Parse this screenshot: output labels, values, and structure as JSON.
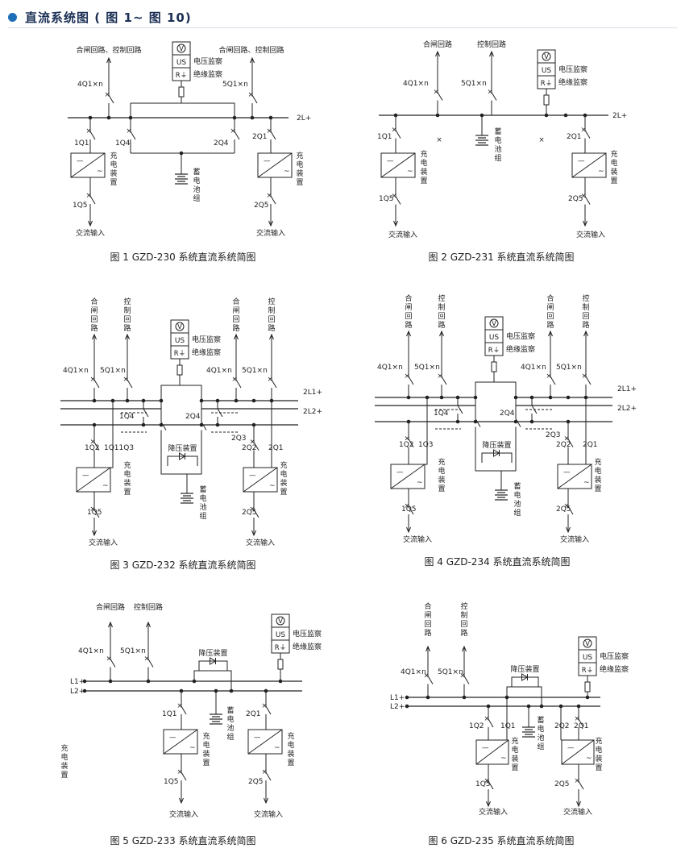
{
  "header": {
    "title": "直流系统图 ( 图 1~ 图 10)",
    "accent_color": "#1f6fb8"
  },
  "labels": {
    "close_control": "合闸回路、控制回路",
    "close_v": "合闸回路",
    "ctrl_v": "控制回路",
    "charger_v": "充电装置",
    "battery_v": "蓄电池组",
    "ac_input": "交流输入",
    "voltage_monitor": "电压监察",
    "insulation_monitor": "绝缘监察",
    "step_down": "降压装置",
    "us": "US",
    "r_gnd": "R⏚",
    "v": "V",
    "bus_2L": "2L+",
    "bus_2L1": "2L1+",
    "bus_2L2": "2L2+",
    "bus_L1": "L1+",
    "bus_L2": "L2+",
    "q_4Q1n": "4Q1×n",
    "q_5Q1n": "5Q1×n",
    "q_1Q1": "1Q1",
    "q_2Q1": "2Q1",
    "q_1Q2": "1Q2",
    "q_2Q2": "2Q2",
    "q_1Q3": "1Q3",
    "q_2Q3": "2Q3",
    "q_1Q4": "1Q4",
    "q_2Q4": "2Q4",
    "q_1Q5": "1Q5",
    "q_2Q5": "2Q5",
    "q_1Q11Q3": "1Q11Q3"
  },
  "captions": [
    "图 1 GZD-230 系统直流系统简图",
    "图 2 GZD-231 系统直流系统简图",
    "图 3 GZD-232 系统直流系统简图",
    "图 4 GZD-234 系统直流系统简图",
    "图 5 GZD-233 系统直流系统简图",
    "图 6 GZD-235 系统直流系统简图"
  ]
}
